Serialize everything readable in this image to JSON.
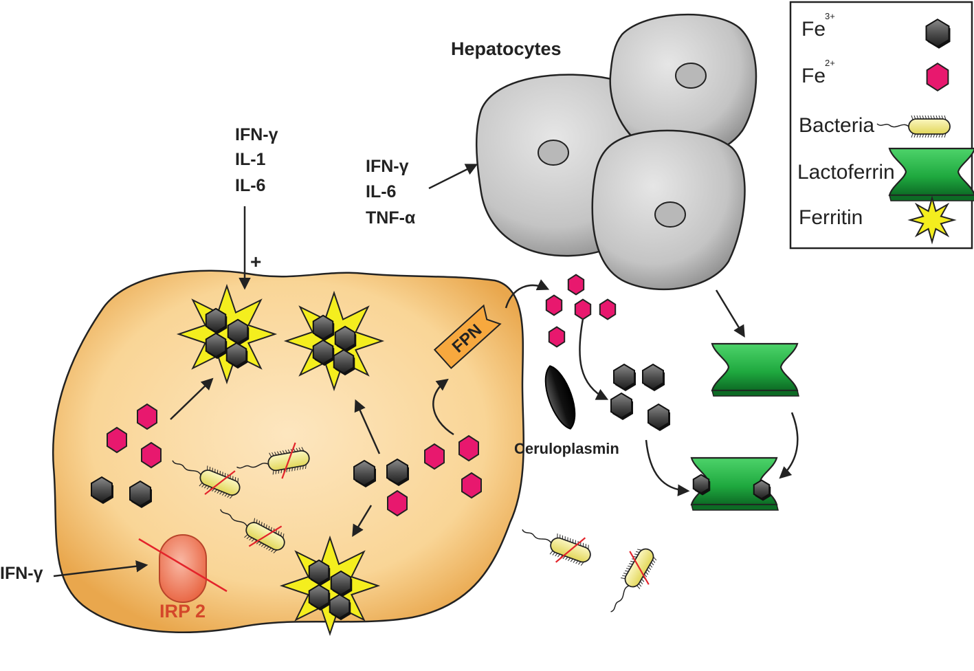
{
  "legend": {
    "fe3": "Fe",
    "fe3_sup": "3+",
    "fe2": "Fe",
    "fe2_sup": "2+",
    "bacteria": "Bacteria",
    "lactoferrin": "Lactoferrin",
    "ferritin": "Ferritin"
  },
  "labels": {
    "hepatocytes": "Hepatocytes",
    "cytokines_top": [
      "IFN-γ",
      "IL-1",
      "IL-6"
    ],
    "plus_sign": "+",
    "cytokines_hep": [
      "IFN-γ",
      "IL-6",
      "TNF-α"
    ],
    "fpn": "FPN",
    "ceruloplasmin": "Ceruloplasmin",
    "ifn_left": "IFN-γ",
    "irp2": "IRP 2"
  },
  "colors": {
    "fe3": "#4a4a4a",
    "fe2": "#e8186e",
    "ferritin": "#f4ee1e",
    "lactoferrin": "#1fa93f",
    "macrophage": "#f9d79a",
    "hepatocyte": "#c8c8c8",
    "bacteria": "#f2ea8c",
    "irp2": "#f08a70",
    "fpn": "#f7a83e",
    "cross": "#e3242b"
  }
}
